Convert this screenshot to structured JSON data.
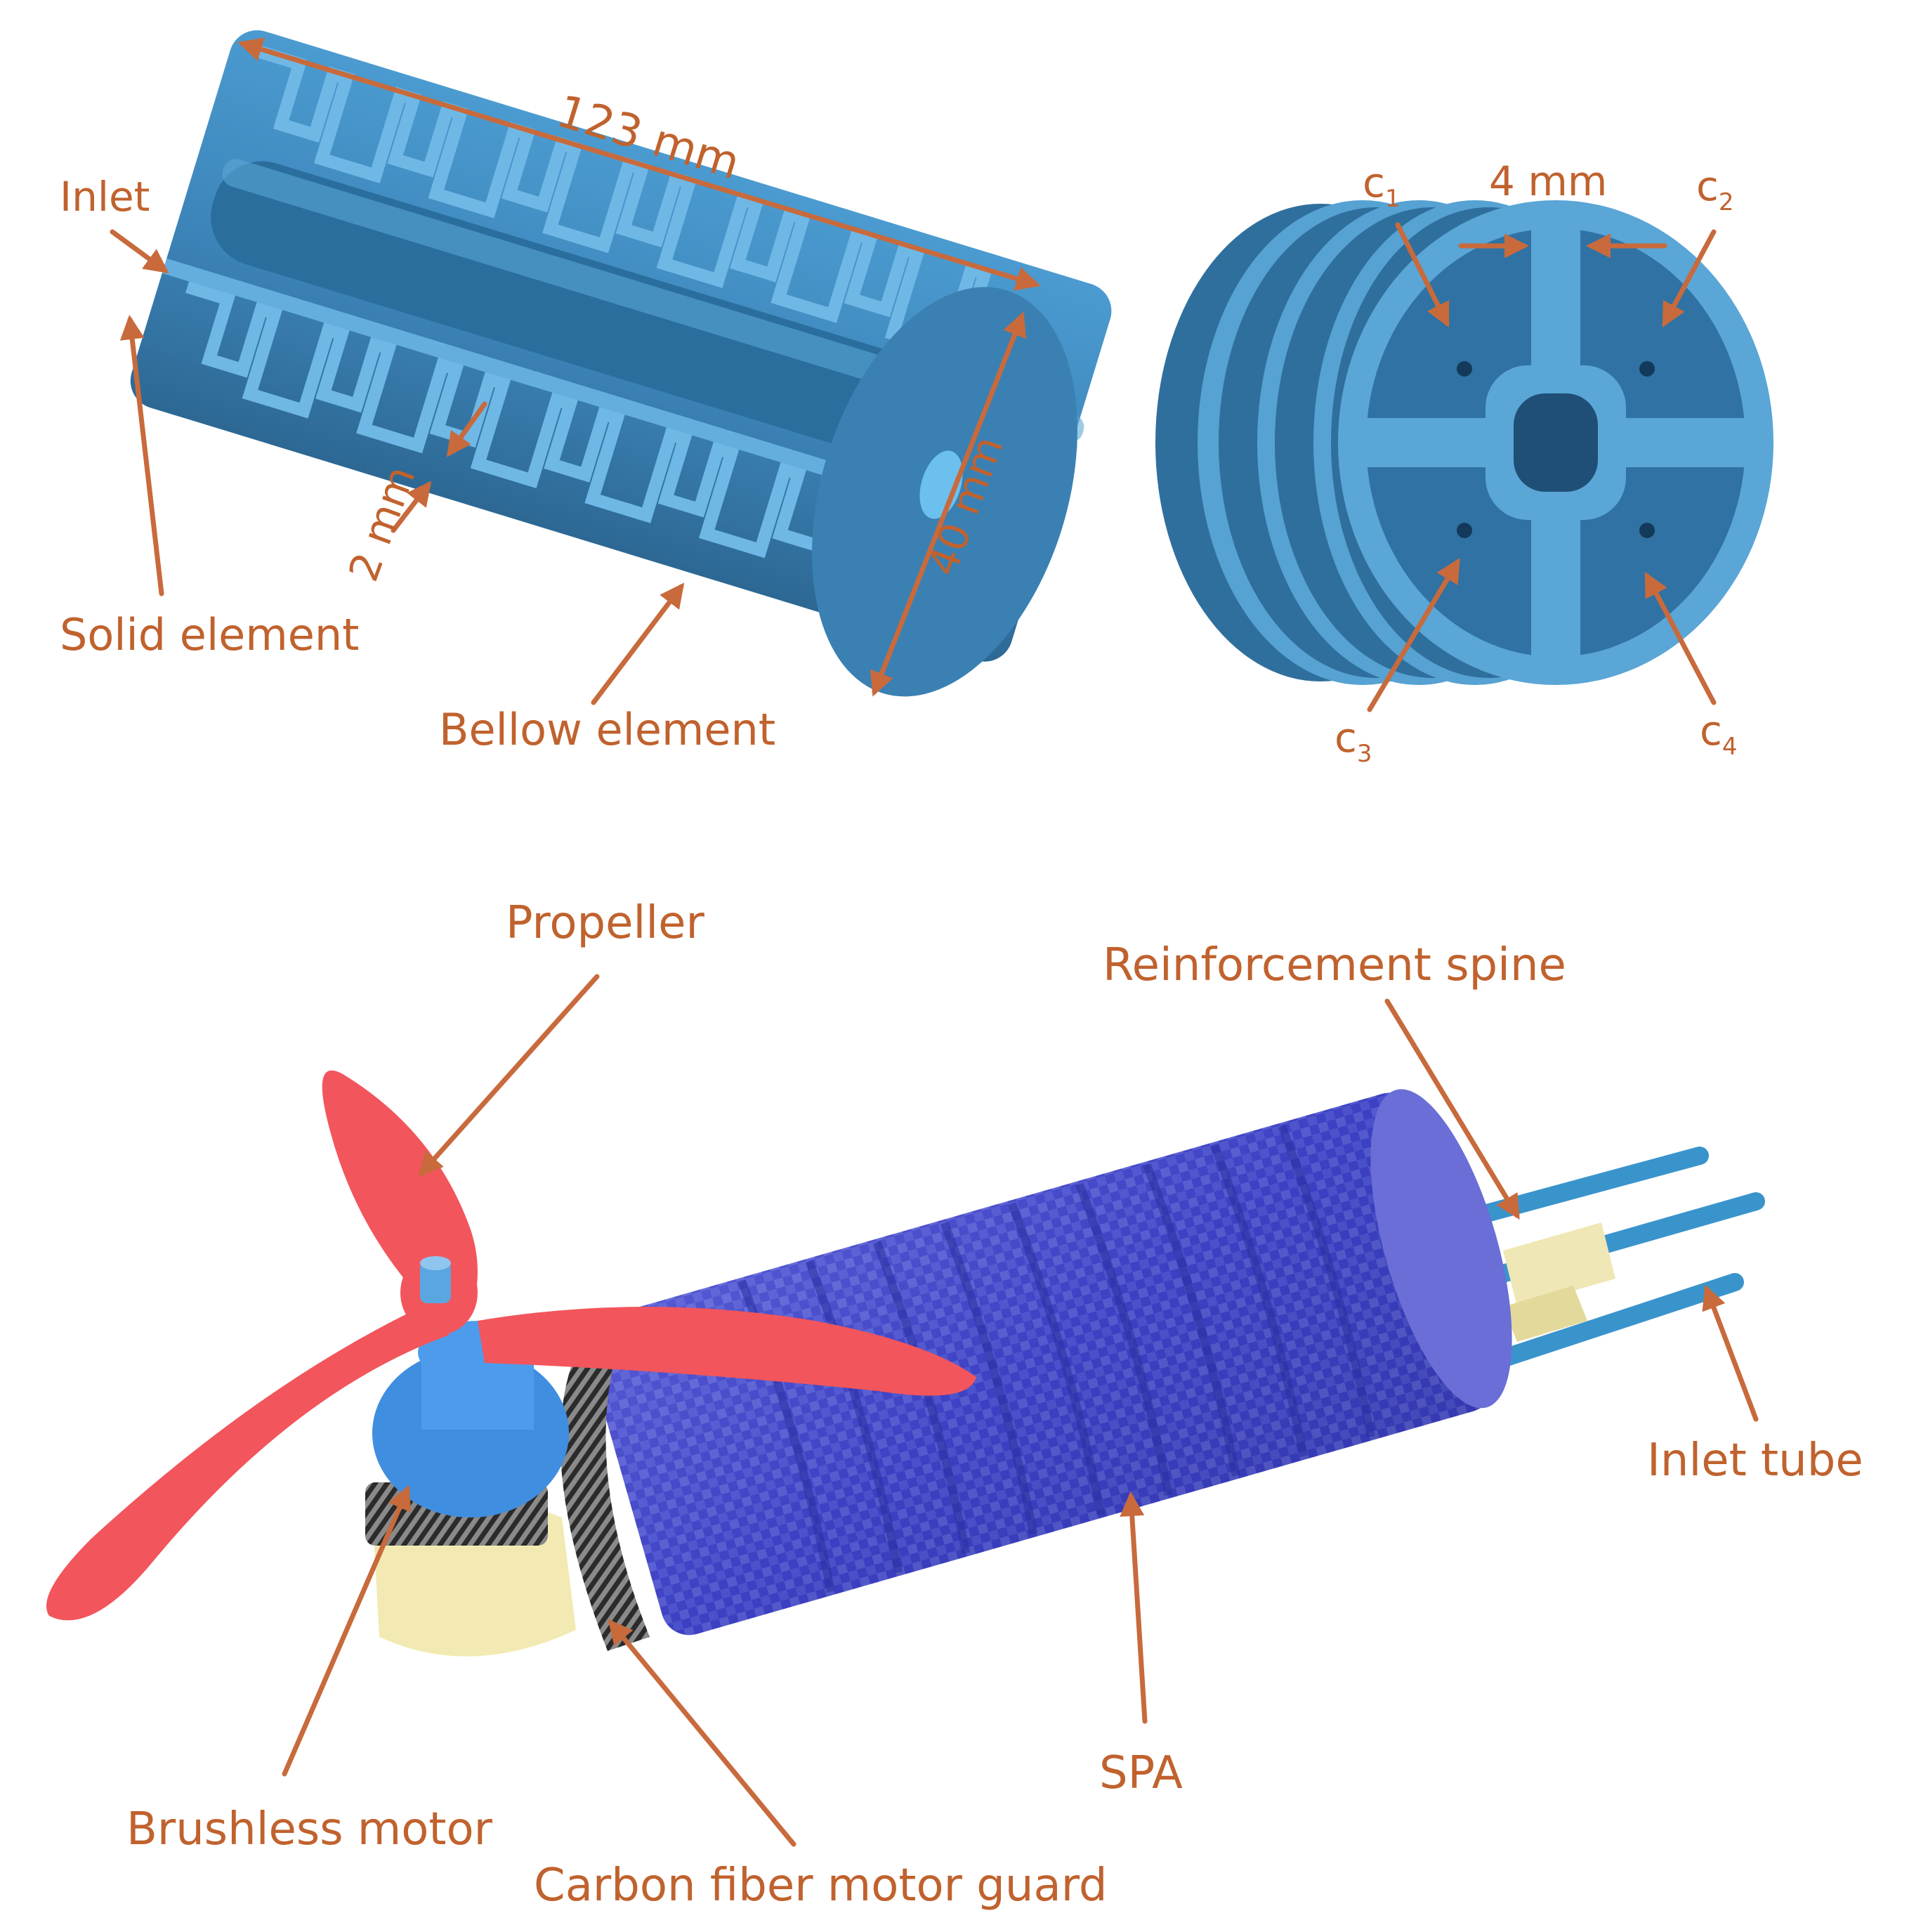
{
  "colors": {
    "label": "#c0622e",
    "arrow": "#c86a3c",
    "spa_body": "#3f86b8",
    "spa_light": "#5aa2cf",
    "spa_dark": "#2c6690",
    "propeller": "#f2555c",
    "motor": "#3f8ee0",
    "fabric": "#3b40c0",
    "foam": "#f2eab2",
    "carbon": "#2a2a2a"
  },
  "panel_a": {
    "length_label": "123 mm",
    "diameter_label": "40 mm",
    "wall_label": "2 mm",
    "inlet_label": "Inlet",
    "solid_label": "Solid element",
    "bellow_label": "Bellow element"
  },
  "panel_b": {
    "rib_label": "4 mm",
    "chambers": [
      {
        "label": "c",
        "sub": "1"
      },
      {
        "label": "c",
        "sub": "2"
      },
      {
        "label": "c",
        "sub": "3"
      },
      {
        "label": "c",
        "sub": "4"
      }
    ]
  },
  "panel_c": {
    "propeller_label": "Propeller",
    "spine_label": "Reinforcement spine",
    "inlet_tube_label": "Inlet tube",
    "spa_label": "SPA",
    "motor_label": "Brushless motor",
    "guard_label": "Carbon fiber motor guard"
  },
  "icons": [
    "arrow-icon"
  ]
}
